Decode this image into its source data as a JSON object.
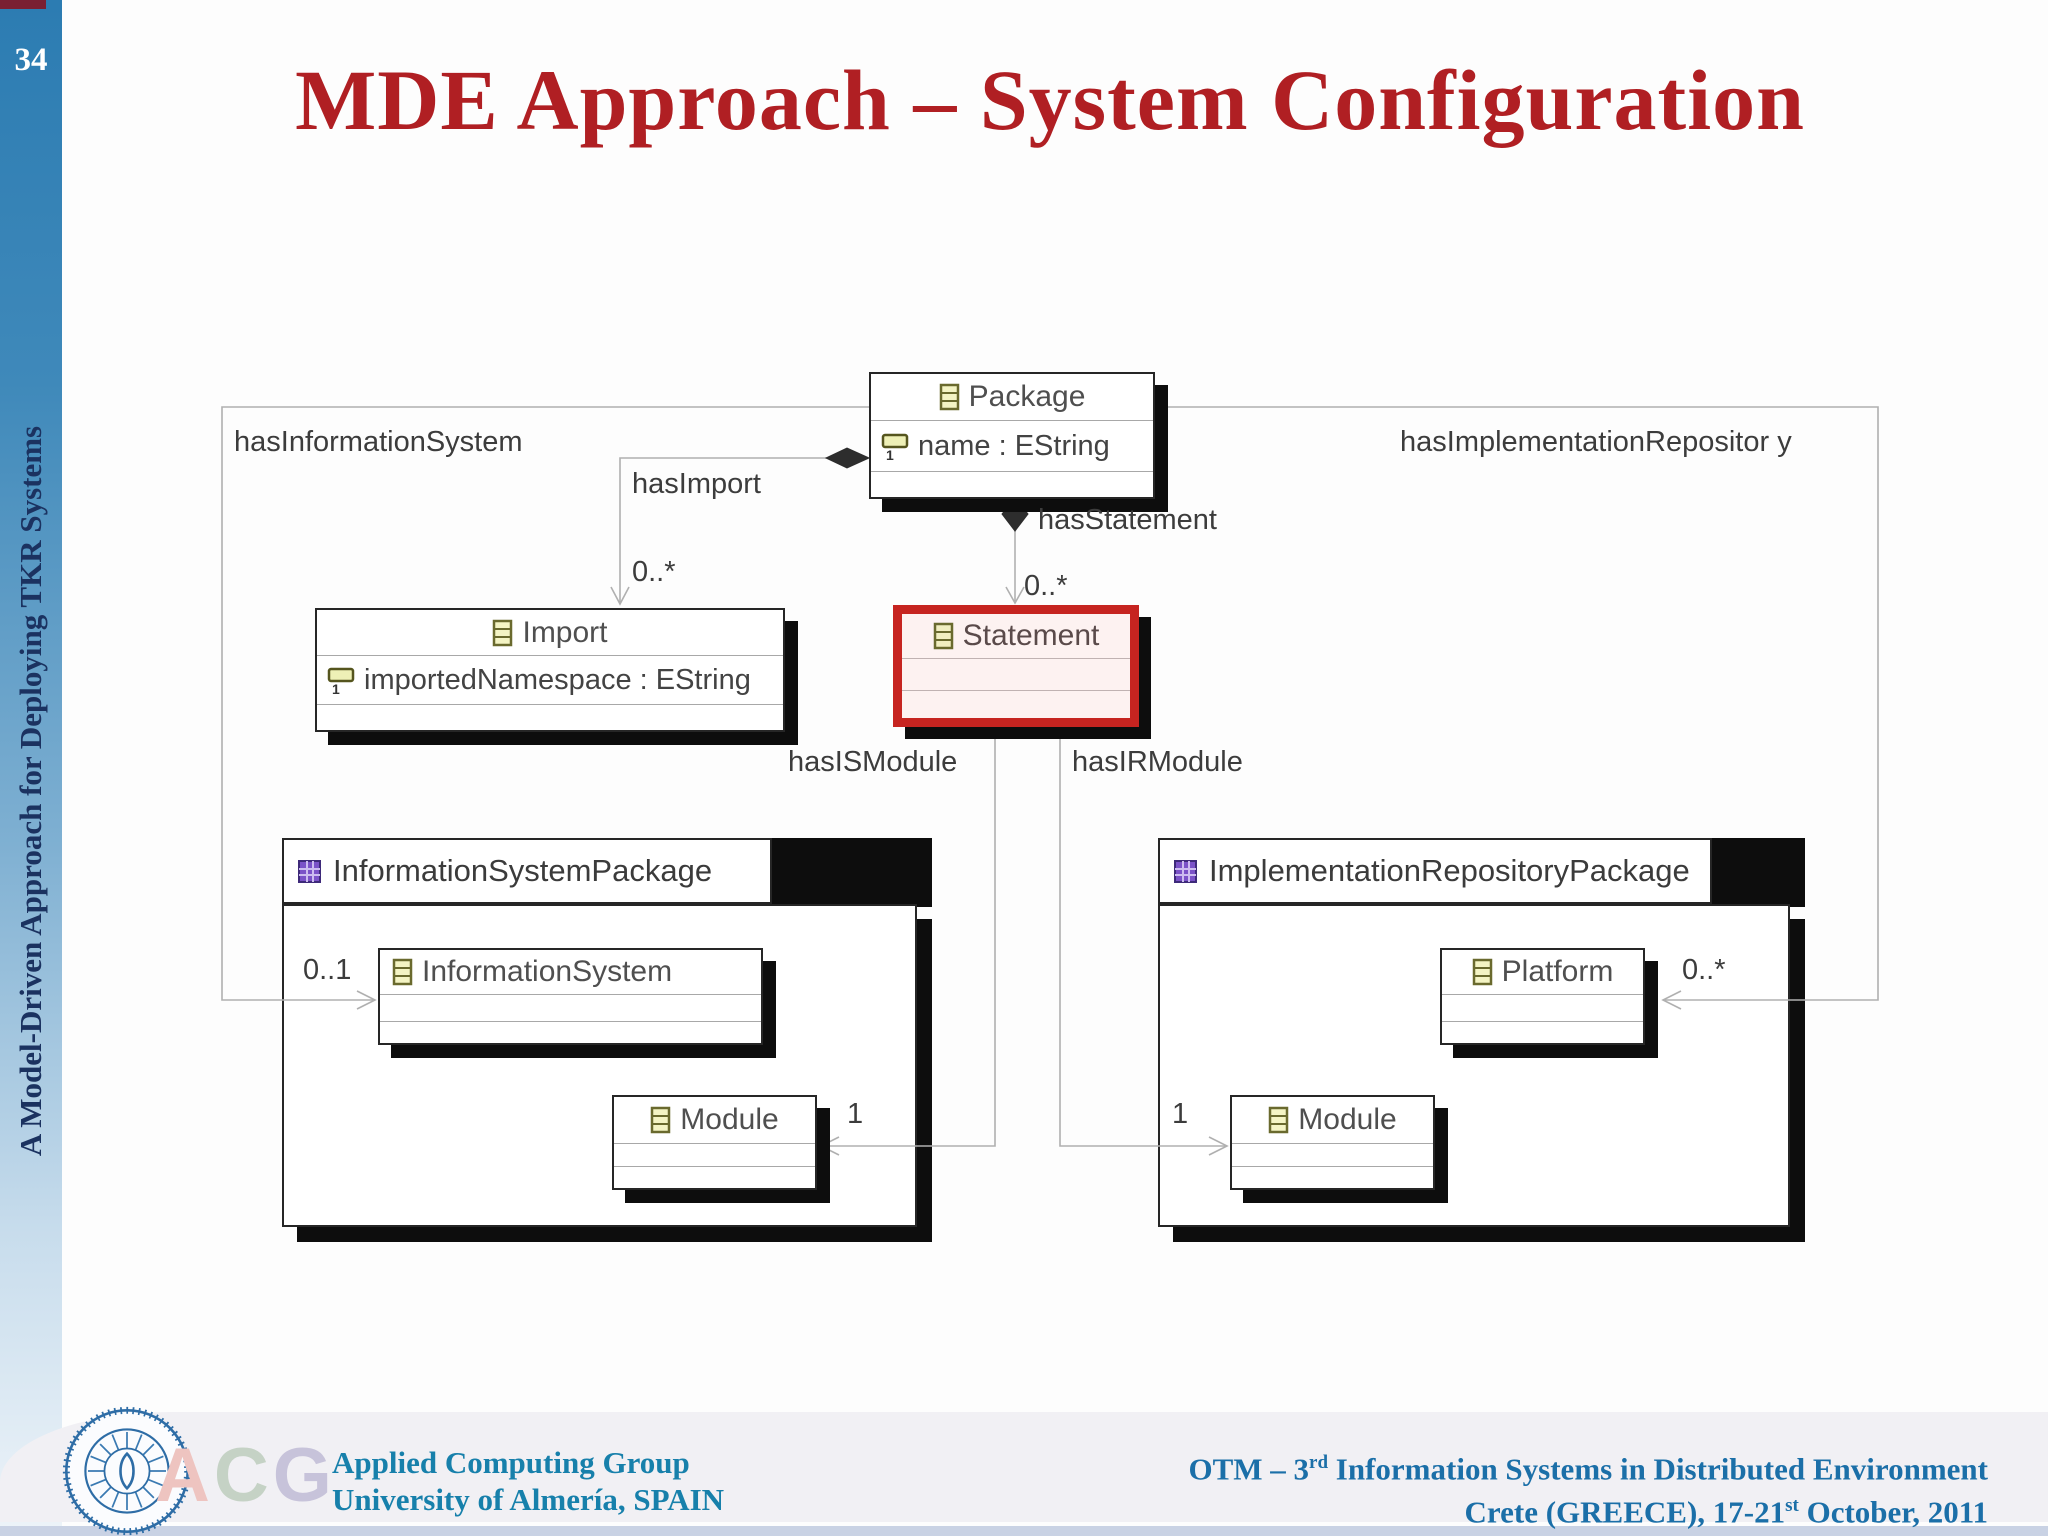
{
  "slide": {
    "number": "34",
    "title": "MDE Approach – System Configuration",
    "sidebar_text": "A Model-Driven Approach for Deploying TKR Systems"
  },
  "diagram": {
    "classes": {
      "package": {
        "name": "Package",
        "attr": "name : EString"
      },
      "import": {
        "name": "Import",
        "attr": "importedNamespace : EString"
      },
      "statement": {
        "name": "Statement"
      },
      "information_system": {
        "name": "InformationSystem"
      },
      "module_is": {
        "name": "Module"
      },
      "platform": {
        "name": "Platform"
      },
      "module_ir": {
        "name": "Module"
      }
    },
    "packages": {
      "is": {
        "name": "InformationSystemPackage"
      },
      "ir": {
        "name": "ImplementationRepositoryPackage"
      }
    },
    "edges": {
      "has_information_system": {
        "label": "hasInformationSystem",
        "mult": "0..1"
      },
      "has_import": {
        "label": "hasImport",
        "mult": "0..*"
      },
      "has_statement": {
        "label": "hasStatement",
        "mult": "0..*"
      },
      "has_implementation_repository": {
        "label": "hasImplementationRepositor y",
        "mult": "0..*"
      },
      "has_is_module": {
        "label": "hasISModule",
        "mult": "1"
      },
      "has_ir_module": {
        "label": "hasIRModule",
        "mult": "1"
      }
    }
  },
  "footer": {
    "acg_a": "A",
    "acg_c": "C",
    "acg_g": "G",
    "left_line1": "Applied Computing Group",
    "left_line2": "University of Almería, SPAIN",
    "right1_pre": "OTM – 3",
    "right1_sup": "rd",
    "right1_post": " Information Systems in Distributed Environment",
    "right2_pre": "Crete (GREECE), 17-21",
    "right2_sup": "st",
    "right2_post": " October, 2011"
  },
  "colors": {
    "title_red": "#b01f23",
    "highlight_red": "#c62420",
    "sidebar_blue": "#2c7cb2",
    "footer_teal": "#1780ab",
    "edge_gray": "#b0b0b0",
    "shadow_black": "#0d0d0d",
    "class_icon_yellow": "#f4f4c4",
    "package_icon_purple": "#7b52c8"
  }
}
